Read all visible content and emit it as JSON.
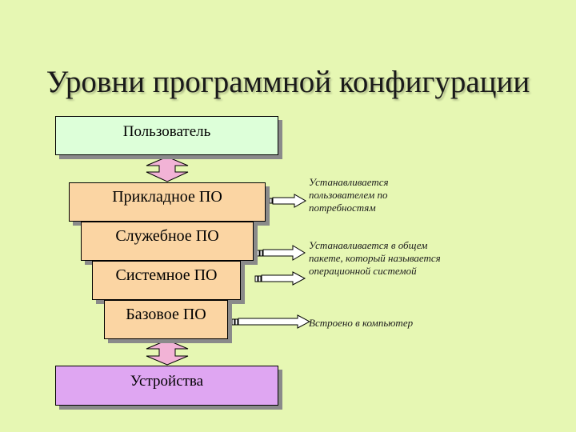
{
  "title": "Уровни программной конфигурации",
  "levels": {
    "user": "Пользователь",
    "application": "Прикладное ПО",
    "utility": "Служебное ПО",
    "system": "Системное ПО",
    "base": "Базовое ПО",
    "devices": "Устройства"
  },
  "notes": {
    "application": [
      "Устанавливается",
      "пользователем по",
      "потребностям"
    ],
    "utility_system": [
      "Устанавливается в общем",
      "пакете, который называется",
      "операционной системой"
    ],
    "base": [
      "Встроено в компьютер"
    ]
  },
  "colors": {
    "background": "#e6f7b3",
    "user_box": "#ddffd9",
    "software_box": "#fbd5a3",
    "devices_box": "#dfa6f2",
    "double_arrow": "#f2b3d6"
  }
}
